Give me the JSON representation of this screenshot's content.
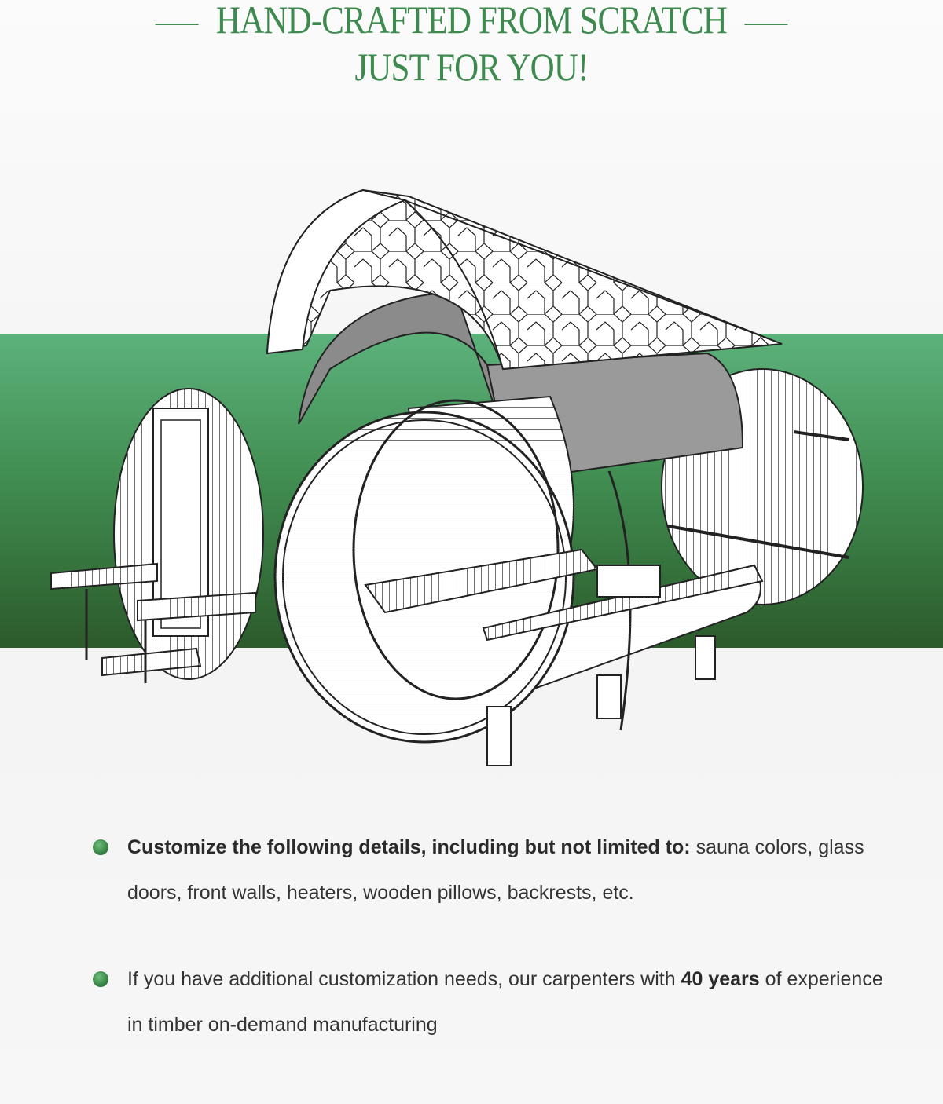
{
  "heading": {
    "line1": "HAND-CRAFTED FROM SCRATCH",
    "line2": "JUST FOR YOU!"
  },
  "colors": {
    "accent": "#3e8a4e",
    "band_top": "#5cb27b",
    "band_bottom": "#2c5a2b",
    "body_text": "#333333"
  },
  "illustration": "exploded-barrel-sauna-line-drawing",
  "bullets": [
    {
      "bold": "Customize the following details, including but not limited to:",
      "text": " sauna colors, glass doors, front walls, heaters, wooden pillows, backrests, etc."
    },
    {
      "text_before": "If you have additional customization needs, our carpenters with ",
      "bold": "40 years",
      "text_after": " of experience in timber on-demand manufacturing"
    }
  ]
}
